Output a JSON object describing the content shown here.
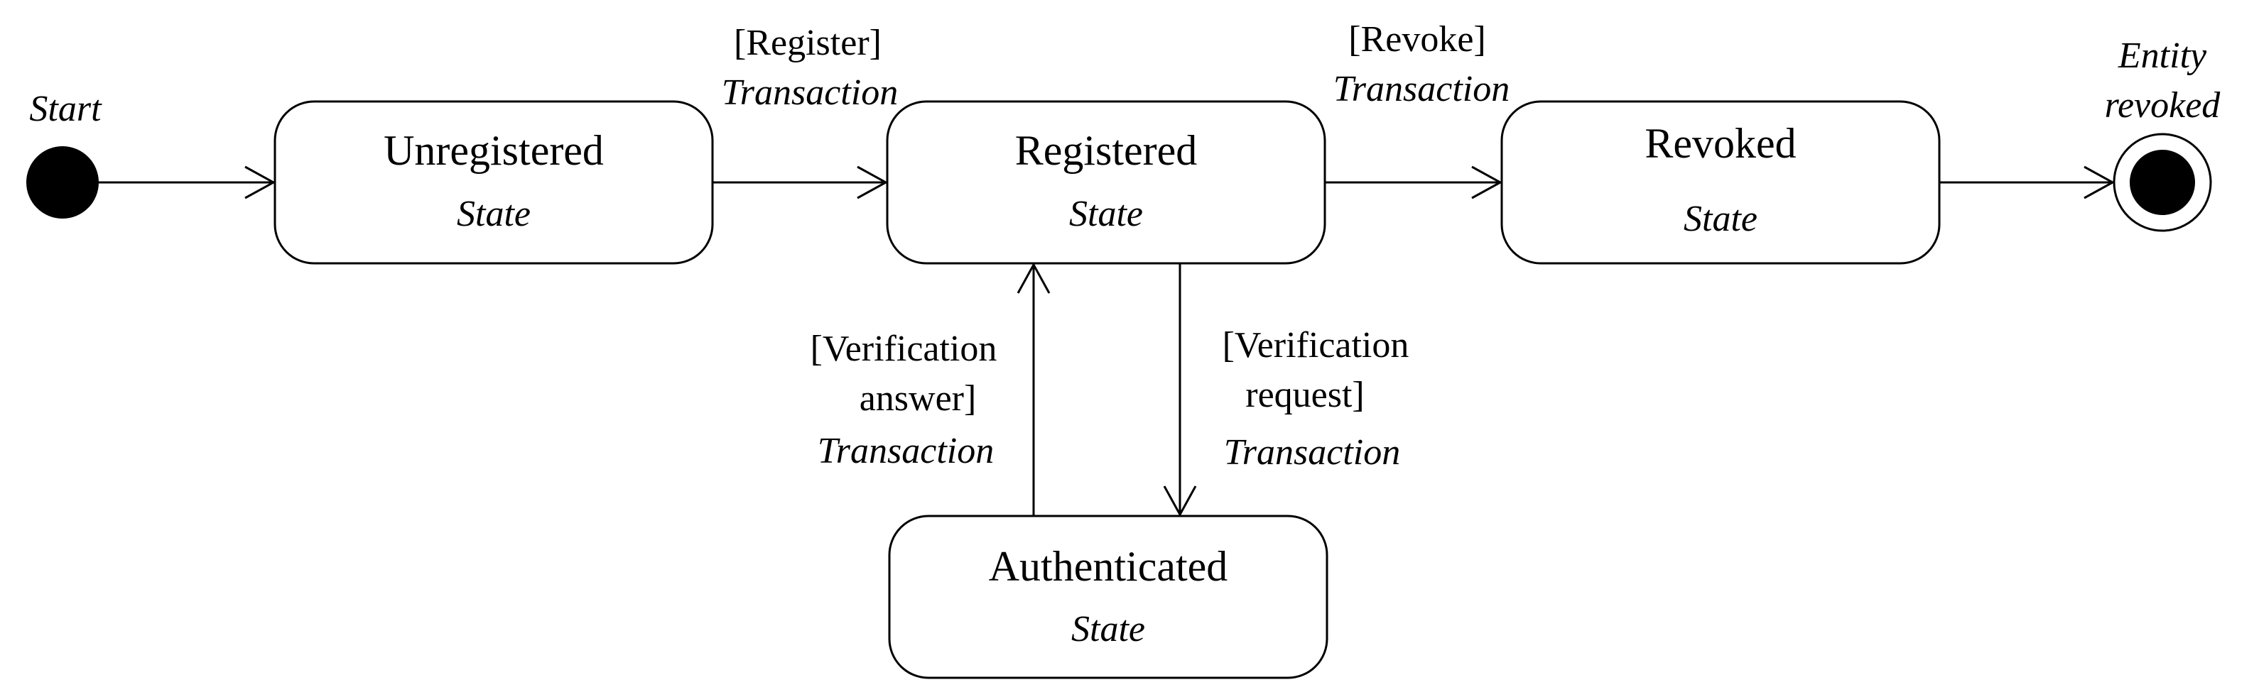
{
  "start": {
    "label": "Start"
  },
  "end": {
    "label_line1": "Entity",
    "label_line2": "revoked"
  },
  "states": {
    "unregistered": {
      "name": "Unregistered",
      "kind": "State"
    },
    "registered": {
      "name": "Registered",
      "kind": "State"
    },
    "revoked": {
      "name": "Revoked",
      "kind": "State"
    },
    "authenticated": {
      "name": "Authenticated",
      "kind": "State"
    }
  },
  "transitions": {
    "register": {
      "guard": "[Register]",
      "trigger": "Transaction"
    },
    "revoke": {
      "guard": "[Revoke]",
      "trigger": "Transaction"
    },
    "verification_answer": {
      "guard_line1": "[Verification",
      "guard_line2": "answer]",
      "trigger": "Transaction"
    },
    "verification_request": {
      "guard_line1": "[Verification",
      "guard_line2": "request]",
      "trigger": "Transaction"
    }
  }
}
